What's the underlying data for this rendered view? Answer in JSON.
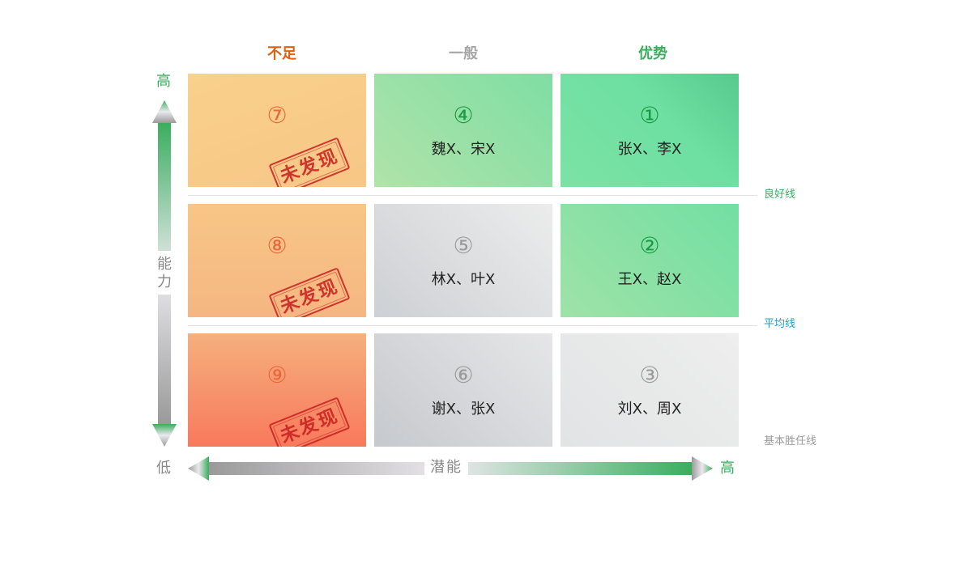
{
  "columns": [
    {
      "label": "不足",
      "color": "#e0600f"
    },
    {
      "label": "一般",
      "color": "#a6a6a6"
    },
    {
      "label": "优势",
      "color": "#3aae5e"
    }
  ],
  "cells": [
    {
      "row": 0,
      "col": 0,
      "num": "⑦",
      "names": "",
      "stamp": "未发现",
      "num_color": "#e8683c"
    },
    {
      "row": 0,
      "col": 1,
      "num": "④",
      "names": "魏X、宋X",
      "stamp": "",
      "num_color": "#1a9a44"
    },
    {
      "row": 0,
      "col": 2,
      "num": "①",
      "names": "张X、李X",
      "stamp": "",
      "num_color": "#1a9a44"
    },
    {
      "row": 1,
      "col": 0,
      "num": "⑧",
      "names": "",
      "stamp": "未发现",
      "num_color": "#e8683c"
    },
    {
      "row": 1,
      "col": 1,
      "num": "⑤",
      "names": "林X、叶X",
      "stamp": "",
      "num_color": "#9a9a9a"
    },
    {
      "row": 1,
      "col": 2,
      "num": "②",
      "names": "王X、赵X",
      "stamp": "",
      "num_color": "#1a9a44"
    },
    {
      "row": 2,
      "col": 0,
      "num": "⑨",
      "names": "",
      "stamp": "未发现",
      "num_color": "#e8683c"
    },
    {
      "row": 2,
      "col": 1,
      "num": "⑥",
      "names": "谢X、张X",
      "stamp": "",
      "num_color": "#9a9a9a"
    },
    {
      "row": 2,
      "col": 2,
      "num": "③",
      "names": "刘X、周X",
      "stamp": "",
      "num_color": "#9a9a9a"
    }
  ],
  "lines": [
    {
      "label": "良好线",
      "color": "#3aae5e"
    },
    {
      "label": "平均线",
      "color": "#1aa1d6"
    },
    {
      "label": "基本胜任线",
      "color": "#9a9a9a"
    }
  ],
  "y_axis": {
    "label": "能力",
    "high": "高",
    "low": "低"
  },
  "x_axis": {
    "label": "潜能",
    "high": "高"
  },
  "colors": {
    "green": "#3aae5e",
    "gray": "#a6a6a6"
  }
}
